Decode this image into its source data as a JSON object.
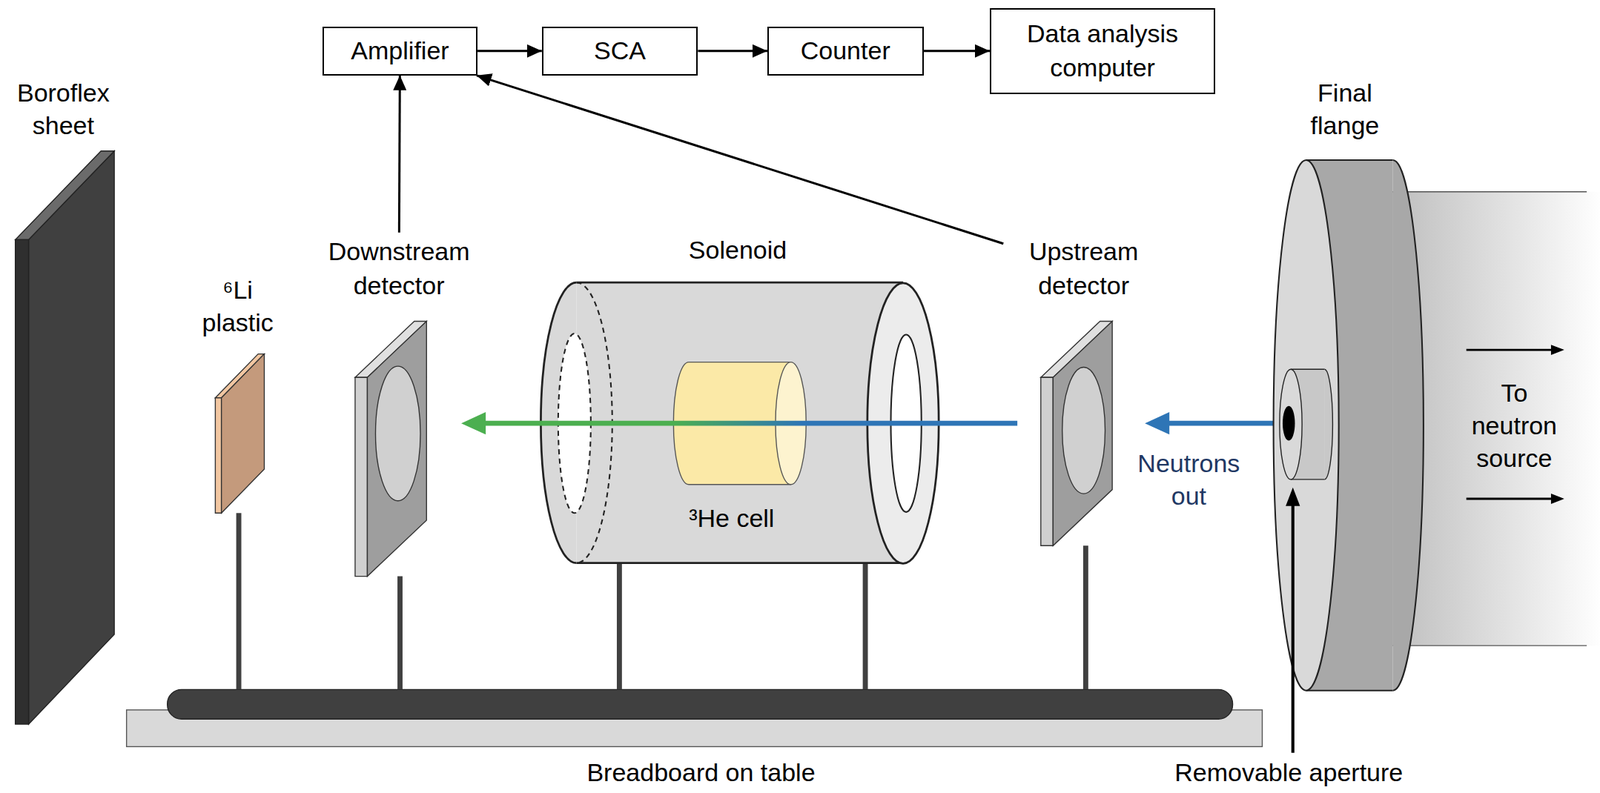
{
  "diagram": {
    "nodes": [
      {
        "text": [
          "Amplifier"
        ]
      },
      {
        "text": [
          "SCA"
        ]
      },
      {
        "text": [
          "Counter"
        ]
      },
      {
        "text": [
          "Data analysis computer"
        ]
      },
      {
        "text": [
          "Downstream detector"
        ]
      },
      {
        "text": [
          "Upstream detector"
        ]
      }
    ],
    "edges": [
      {
        "from": 0,
        "to": 1,
        "arrow": "to"
      },
      {
        "from": 1,
        "to": 2,
        "arrow": "to"
      },
      {
        "from": 2,
        "to": 3,
        "arrow": "to"
      },
      {
        "from": 4,
        "to": 0,
        "arrow": "to"
      },
      {
        "from": 5,
        "to": 0,
        "arrow": "to"
      }
    ],
    "labels": [
      "Boroflex sheet",
      "⁶Li plastic",
      "Solenoid",
      "³He cell",
      "Final flange",
      "Neutrons out",
      "To neutron source",
      "Breadboard on table",
      "Removable aperture"
    ]
  }
}
